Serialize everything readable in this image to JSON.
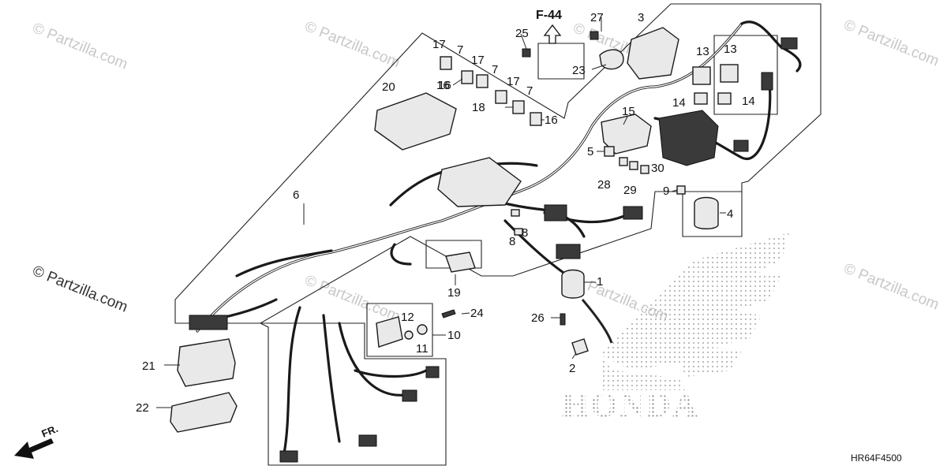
{
  "watermarks": [
    "© Partzilla.com",
    "© Partzilla.com",
    "© Partzilla.com",
    "© Partzilla.com",
    "© Partzilla.com",
    "© Partzilla.com",
    "© Partzilla.com"
  ],
  "ref_label": "F-44",
  "diagram_code": "HR64F4500",
  "brand_text": "HONDA",
  "front_label": "FR.",
  "callouts": [
    "1",
    "2",
    "3",
    "4",
    "5",
    "6",
    "7",
    "7",
    "7",
    "8",
    "8",
    "9",
    "10",
    "11",
    "12",
    "13",
    "13",
    "14",
    "14",
    "15",
    "16",
    "16",
    "16",
    "17",
    "17",
    "17",
    "18",
    "19",
    "20",
    "21",
    "22",
    "23",
    "24",
    "25",
    "26",
    "27",
    "28",
    "29",
    "30"
  ]
}
